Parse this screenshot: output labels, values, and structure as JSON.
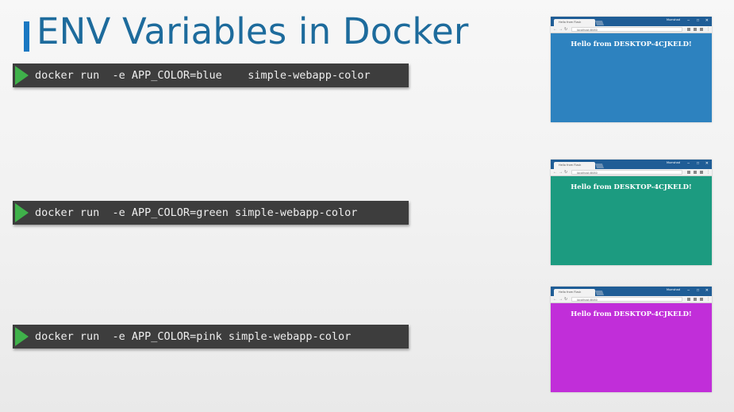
{
  "title": "ENV Variables in Docker",
  "commands": [
    {
      "text": "docker run  -e APP_COLOR=blue    simple-webapp-color"
    },
    {
      "text": "docker run  -e APP_COLOR=green simple-webapp-color"
    },
    {
      "text": "docker run  -e APP_COLOR=pink simple-webapp-color"
    }
  ],
  "browsers": [
    {
      "tab_title": "Hello from Flask",
      "url": "localhost:8080",
      "user_label": "Mumshad",
      "message": "Hello from DESKTOP-4CJKELD!",
      "color": "#2d82bf",
      "titlebar_color": "#1f5d96"
    },
    {
      "tab_title": "Hello from Flask",
      "url": "localhost:8080",
      "user_label": "Mumshad",
      "message": "Hello from DESKTOP-4CJKELD!",
      "color": "#1c9b80",
      "titlebar_color": "#1f5d96"
    },
    {
      "tab_title": "Hello from Flask",
      "url": "localhost:8080",
      "user_label": "Mumshad",
      "message": "Hello from DESKTOP-4CJKELD!",
      "color": "#c12ed9",
      "titlebar_color": "#1f5d96"
    }
  ],
  "colors": {
    "title": "#1d6b9c",
    "accent_bar": "#1a78c2",
    "command_bg": "#3d3d3d",
    "command_arrow": "#3fb14a"
  }
}
